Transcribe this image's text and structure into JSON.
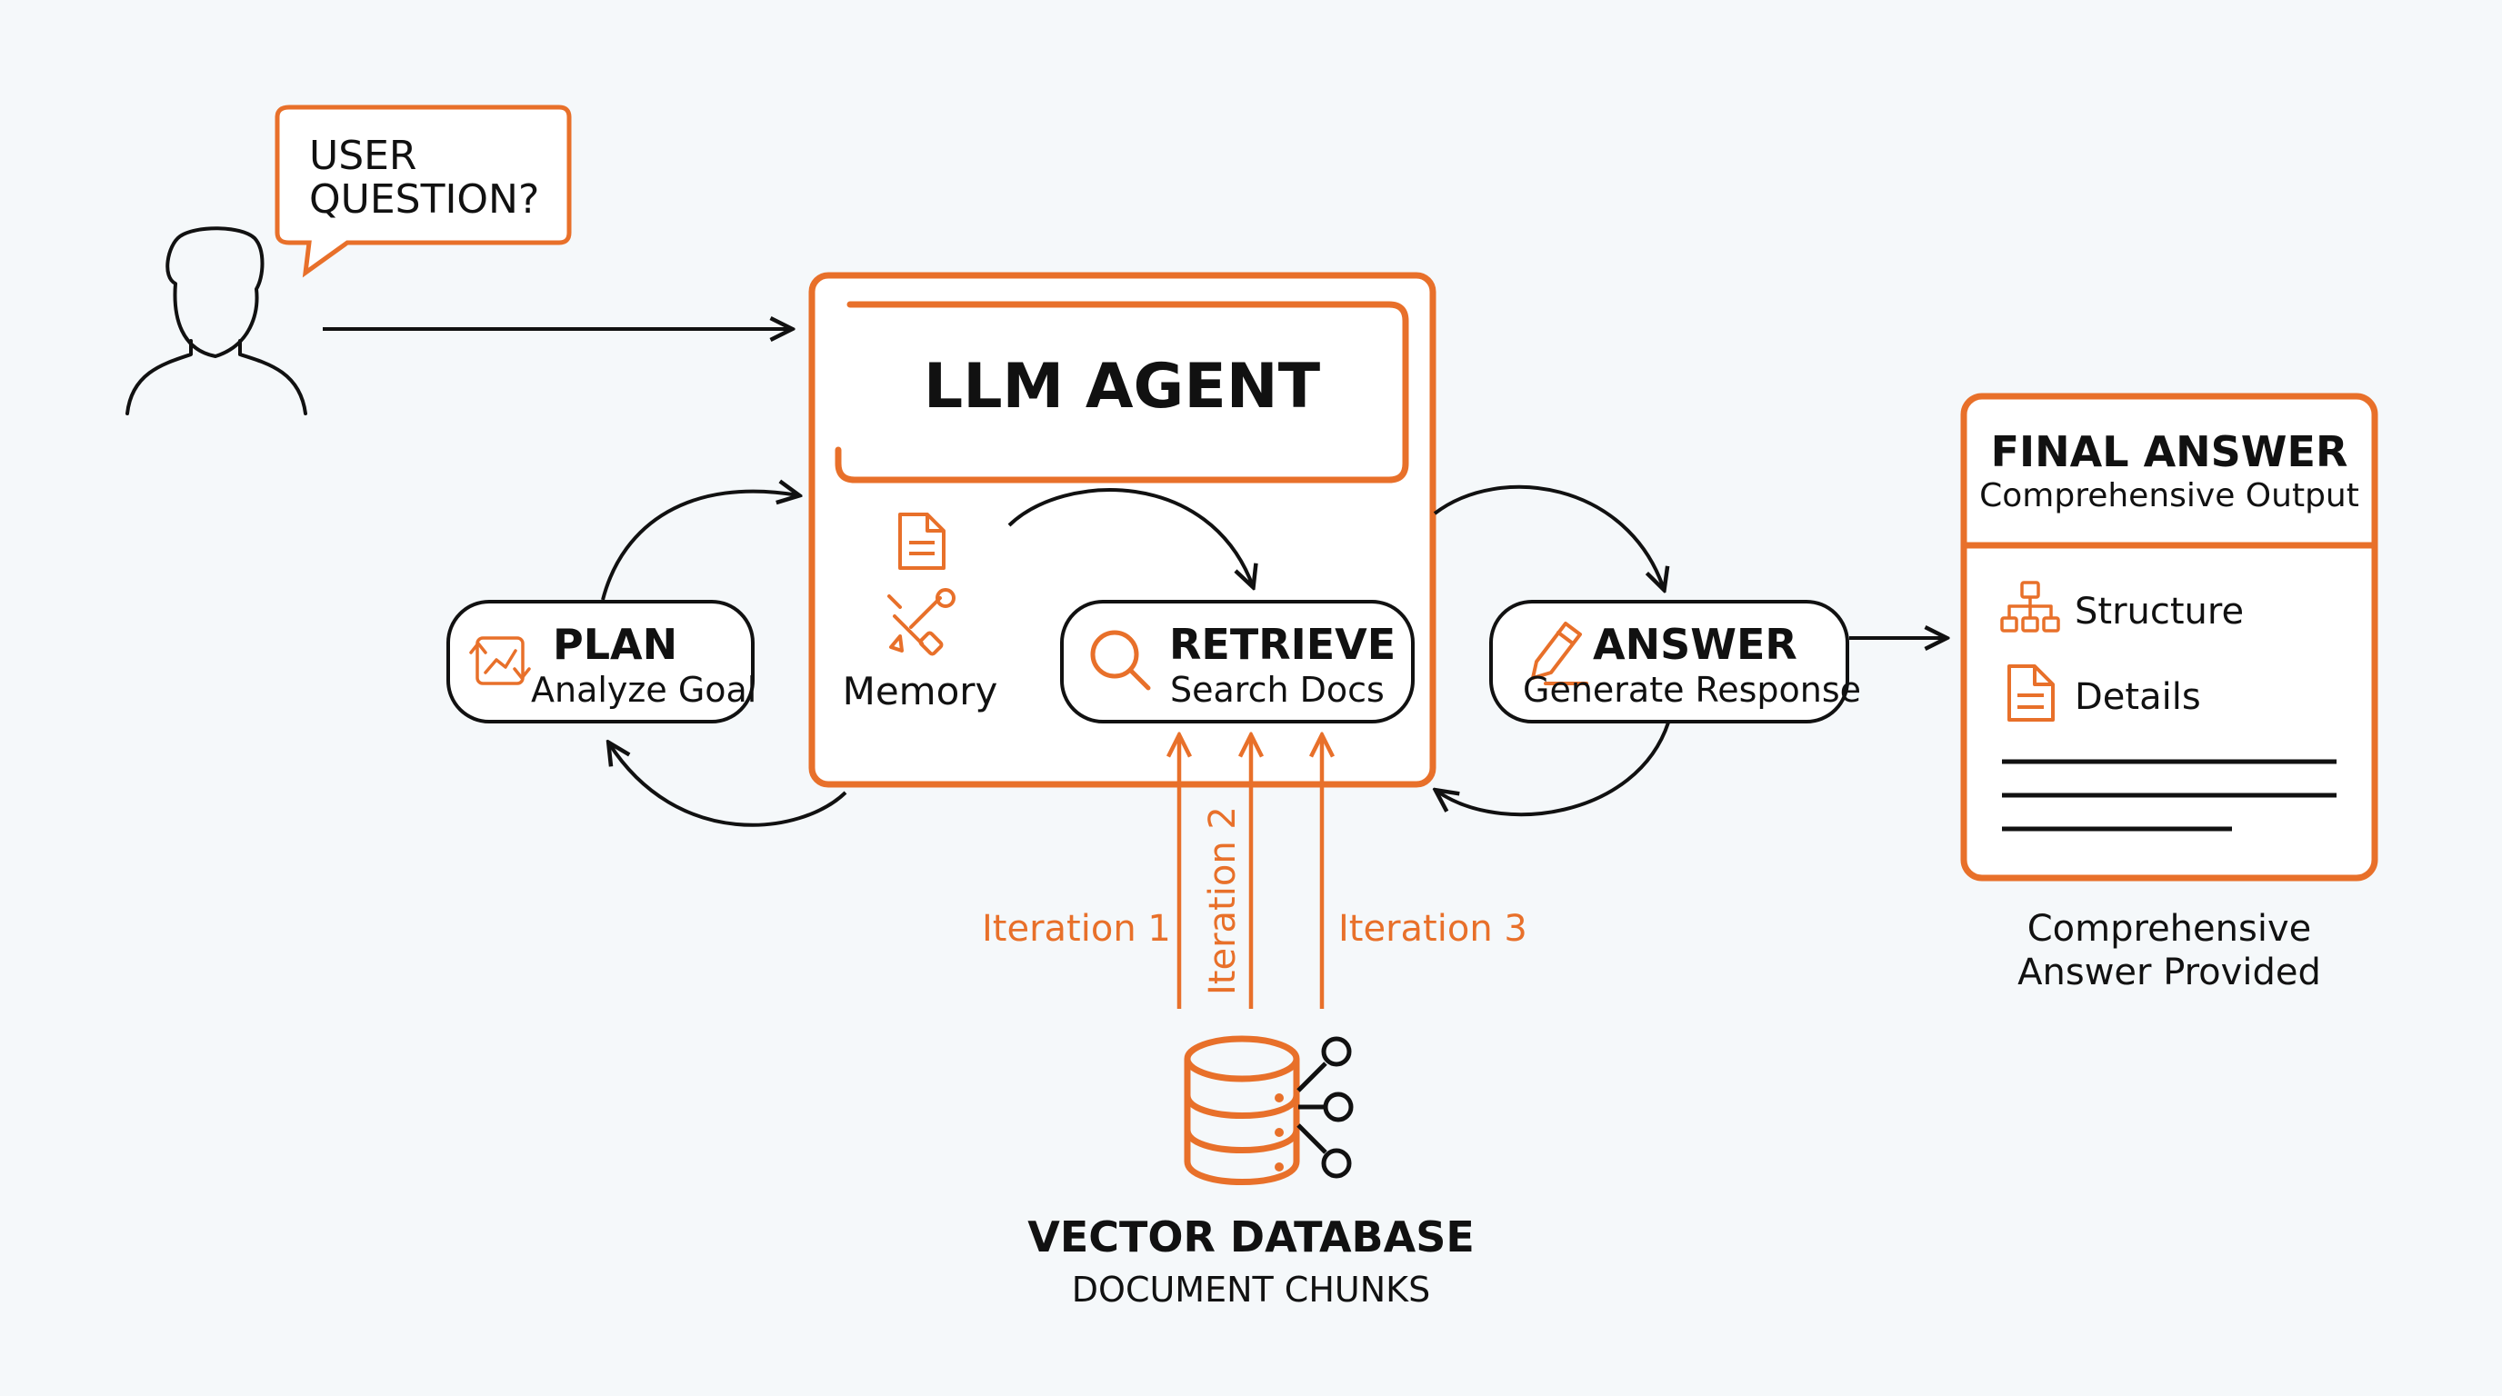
{
  "user": {
    "bubble_line1": "USER",
    "bubble_line2": "QUESTION?"
  },
  "agent": {
    "title": "LLM AGENT",
    "memory_label": "Memory"
  },
  "plan": {
    "title": "PLAN",
    "subtitle": "Analyze Goal"
  },
  "retrieve": {
    "title": "RETRIEVE",
    "subtitle": "Search Docs"
  },
  "answer": {
    "title": "ANSWER",
    "subtitle": "Generate Response"
  },
  "iterations": [
    "Iteration 1",
    "Iteration 2",
    "Iteration 3"
  ],
  "database": {
    "title": "VECTOR DATABASE",
    "subtitle": "DOCUMENT CHUNKS"
  },
  "final": {
    "title": "FINAL ANSWER",
    "subtitle": "Comprehensive Output",
    "items": [
      "Structure",
      "Details"
    ],
    "caption_line1": "Comprehensive",
    "caption_line2": "Answer Provided"
  },
  "colors": {
    "accent": "#e8702a",
    "ink": "#111111",
    "background": "#f5f8fa"
  },
  "icons": [
    "user-icon",
    "document-icon",
    "tools-icon",
    "search-icon",
    "cycle-chart-icon",
    "pencil-icon",
    "hierarchy-icon",
    "database-icon"
  ]
}
